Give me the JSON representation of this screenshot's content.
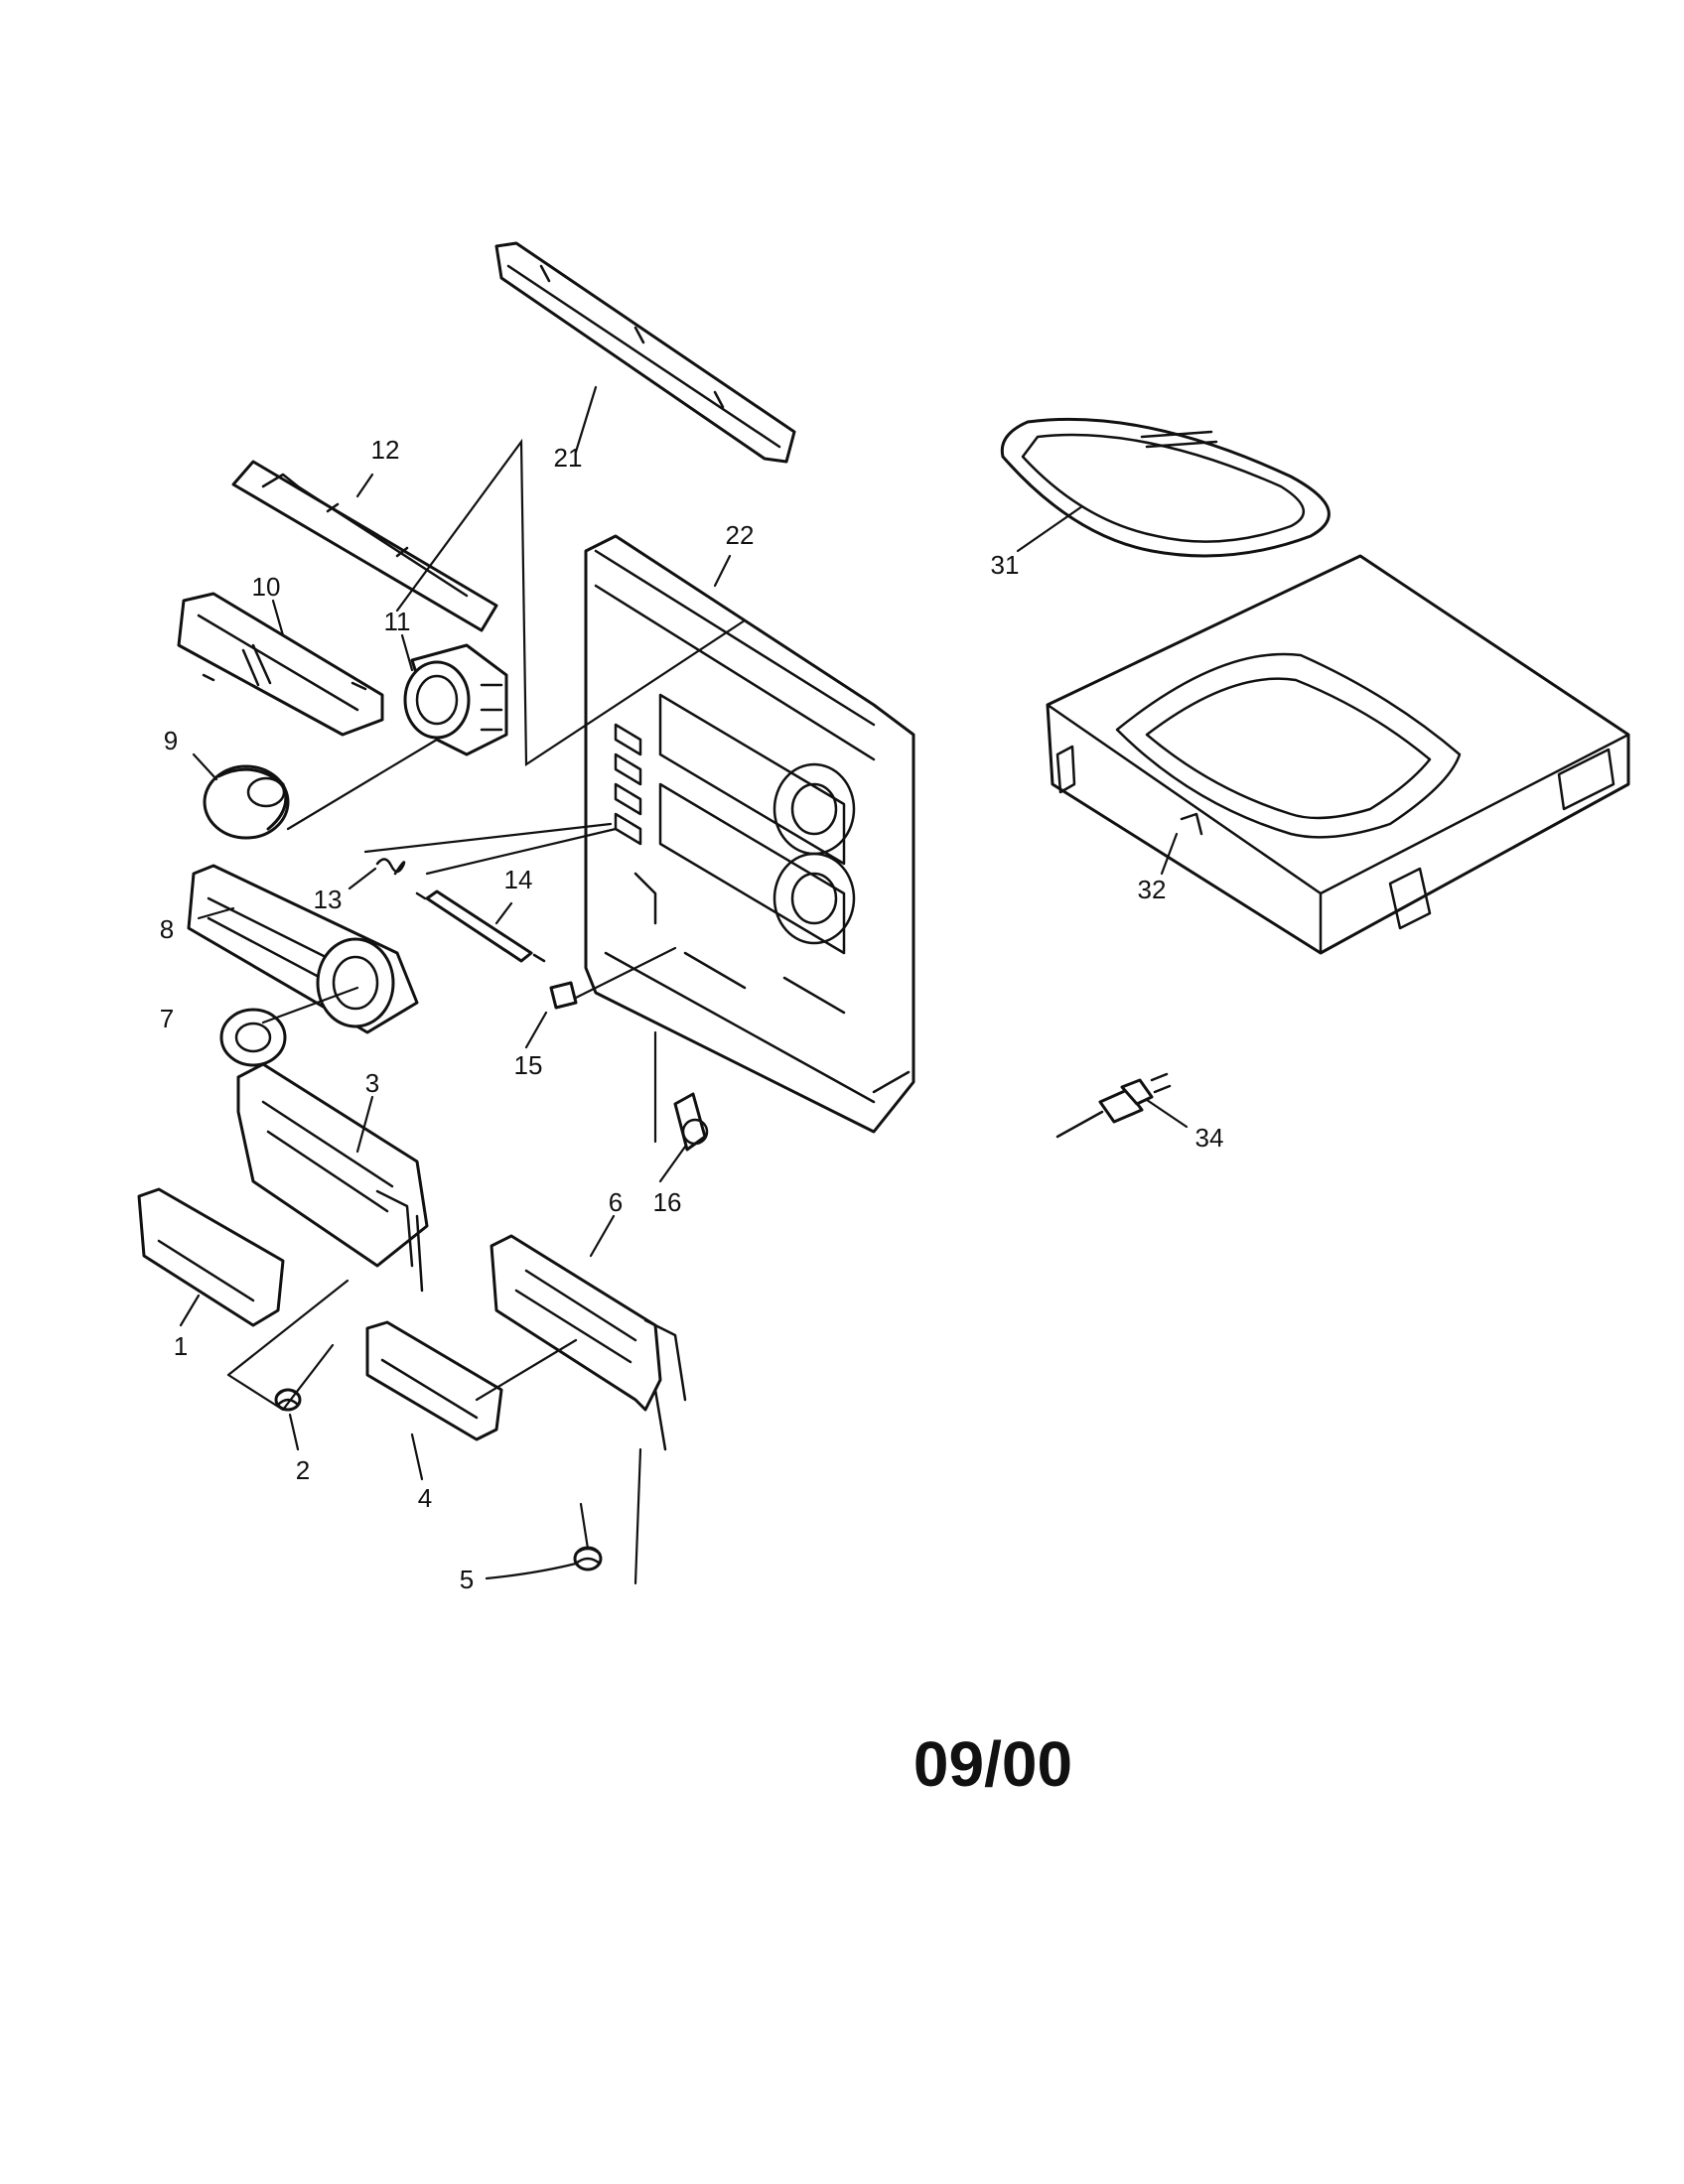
{
  "diagram": {
    "type": "exploded-parts-view",
    "callouts": {
      "p1": "1",
      "p2": "2",
      "p3": "3",
      "p4": "4",
      "p5": "5",
      "p6": "6",
      "p7": "7",
      "p8": "8",
      "p9": "9",
      "p10": "10",
      "p11": "11",
      "p12": "12",
      "p13": "13",
      "p14": "14",
      "p15": "15",
      "p16": "16",
      "p21": "21",
      "p22": "22",
      "p31": "31",
      "p32": "32",
      "p34": "34"
    }
  },
  "date_stamp": "09/00"
}
